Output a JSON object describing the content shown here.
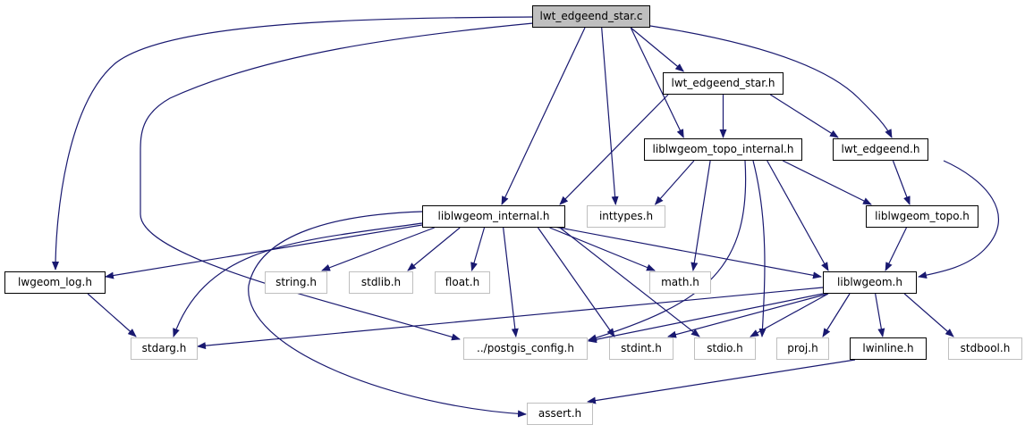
{
  "colors": {
    "edge": "#191970",
    "root_fill": "#bfbfbf",
    "external_border": "#bfbfbf",
    "node_border": "#000000"
  },
  "nodes": [
    {
      "id": "root",
      "label": "lwt_edgeend_star.c",
      "kind": "root"
    },
    {
      "id": "star_h",
      "label": "lwt_edgeend_star.h",
      "kind": "local"
    },
    {
      "id": "topo_internal",
      "label": "liblwgeom_topo_internal.h",
      "kind": "local"
    },
    {
      "id": "edgeend_h",
      "label": "lwt_edgeend.h",
      "kind": "local"
    },
    {
      "id": "lw_internal",
      "label": "liblwgeom_internal.h",
      "kind": "local"
    },
    {
      "id": "inttypes",
      "label": "inttypes.h",
      "kind": "external"
    },
    {
      "id": "topo_h",
      "label": "liblwgeom_topo.h",
      "kind": "local"
    },
    {
      "id": "log_h",
      "label": "lwgeom_log.h",
      "kind": "local"
    },
    {
      "id": "string",
      "label": "string.h",
      "kind": "external"
    },
    {
      "id": "stdlib",
      "label": "stdlib.h",
      "kind": "external"
    },
    {
      "id": "float",
      "label": "float.h",
      "kind": "external"
    },
    {
      "id": "math",
      "label": "math.h",
      "kind": "external"
    },
    {
      "id": "liblwgeom",
      "label": "liblwgeom.h",
      "kind": "local"
    },
    {
      "id": "stdarg",
      "label": "stdarg.h",
      "kind": "external"
    },
    {
      "id": "pgconfig",
      "label": "../postgis_config.h",
      "kind": "external"
    },
    {
      "id": "stdint",
      "label": "stdint.h",
      "kind": "external"
    },
    {
      "id": "stdio",
      "label": "stdio.h",
      "kind": "external"
    },
    {
      "id": "proj",
      "label": "proj.h",
      "kind": "external"
    },
    {
      "id": "lwinline",
      "label": "lwinline.h",
      "kind": "local"
    },
    {
      "id": "stdbool",
      "label": "stdbool.h",
      "kind": "external"
    },
    {
      "id": "assert",
      "label": "assert.h",
      "kind": "external"
    }
  ],
  "edges": [
    [
      "root",
      "star_h"
    ],
    [
      "root",
      "topo_internal"
    ],
    [
      "root",
      "edgeend_h"
    ],
    [
      "root",
      "lw_internal"
    ],
    [
      "root",
      "inttypes"
    ],
    [
      "root",
      "log_h"
    ],
    [
      "root",
      "pgconfig"
    ],
    [
      "star_h",
      "topo_internal"
    ],
    [
      "star_h",
      "edgeend_h"
    ],
    [
      "star_h",
      "lw_internal"
    ],
    [
      "topo_internal",
      "inttypes"
    ],
    [
      "topo_internal",
      "topo_h"
    ],
    [
      "topo_internal",
      "math"
    ],
    [
      "topo_internal",
      "liblwgeom"
    ],
    [
      "topo_internal",
      "pgconfig"
    ],
    [
      "topo_internal",
      "stdio"
    ],
    [
      "edgeend_h",
      "topo_h"
    ],
    [
      "edgeend_h",
      "liblwgeom"
    ],
    [
      "topo_h",
      "liblwgeom"
    ],
    [
      "lw_internal",
      "log_h"
    ],
    [
      "lw_internal",
      "string"
    ],
    [
      "lw_internal",
      "stdlib"
    ],
    [
      "lw_internal",
      "float"
    ],
    [
      "lw_internal",
      "math"
    ],
    [
      "lw_internal",
      "liblwgeom"
    ],
    [
      "lw_internal",
      "stdarg"
    ],
    [
      "lw_internal",
      "pgconfig"
    ],
    [
      "lw_internal",
      "stdint"
    ],
    [
      "lw_internal",
      "stdio"
    ],
    [
      "lw_internal",
      "assert"
    ],
    [
      "log_h",
      "stdarg"
    ],
    [
      "liblwgeom",
      "stdarg"
    ],
    [
      "liblwgeom",
      "pgconfig"
    ],
    [
      "liblwgeom",
      "stdint"
    ],
    [
      "liblwgeom",
      "stdio"
    ],
    [
      "liblwgeom",
      "proj"
    ],
    [
      "liblwgeom",
      "lwinline"
    ],
    [
      "liblwgeom",
      "stdbool"
    ],
    [
      "lwinline",
      "assert"
    ]
  ]
}
